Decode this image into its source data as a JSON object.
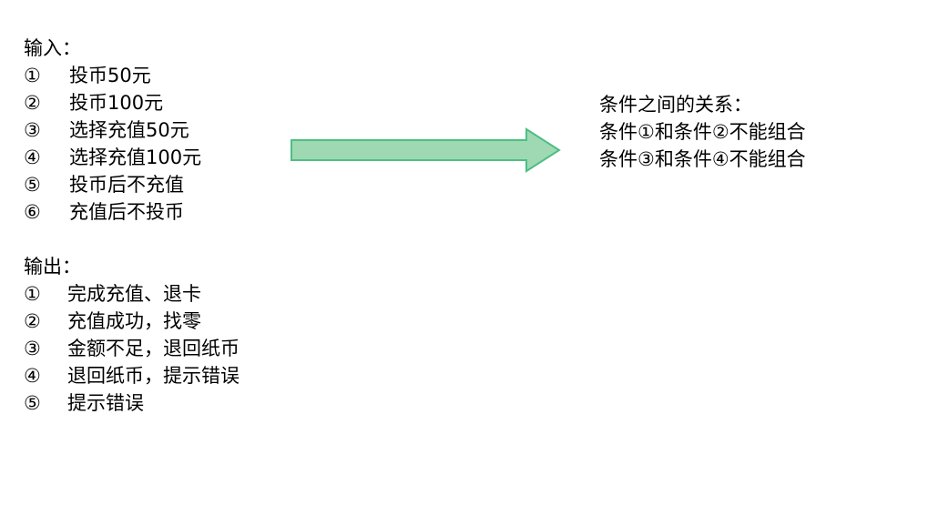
{
  "page": {
    "background_color": "#ffffff",
    "text_color": "#000000"
  },
  "input_section": {
    "heading": "输入：",
    "items": [
      {
        "marker": "①",
        "text": "投币50元"
      },
      {
        "marker": "②",
        "text": "投币100元"
      },
      {
        "marker": "③",
        "text": "选择充值50元"
      },
      {
        "marker": "④",
        "text": "选择充值100元"
      },
      {
        "marker": "⑤",
        "text": "投币后不充值"
      },
      {
        "marker": "⑥",
        "text": "充值后不投币"
      }
    ]
  },
  "output_section": {
    "heading": "输出：",
    "items": [
      {
        "marker": "①",
        "text": "完成充值、退卡"
      },
      {
        "marker": "②",
        "text": "充值成功，找零"
      },
      {
        "marker": "③",
        "text": "金额不足，退回纸币"
      },
      {
        "marker": "④",
        "text": "退回纸币，提示错误"
      },
      {
        "marker": "⑤",
        "text": "提示错误"
      }
    ]
  },
  "relations_section": {
    "heading": "条件之间的关系：",
    "lines": [
      "条件①和条件②不能组合",
      "条件③和条件④不能组合"
    ]
  },
  "arrow": {
    "name": "right-arrow",
    "fill_color": "#9FD9B4",
    "stroke_color": "#4DBF82",
    "direction": "right"
  }
}
